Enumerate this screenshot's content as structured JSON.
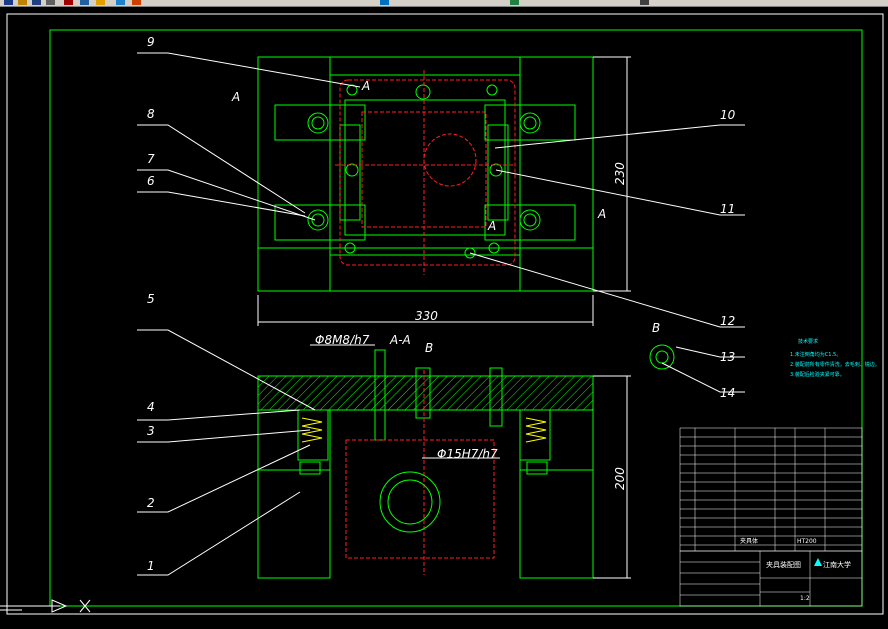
{
  "toolbar": {
    "icons": [
      "new-icon",
      "open-icon",
      "save-icon",
      "print-icon",
      "cut-icon",
      "copy-icon",
      "paste-icon",
      "undo-icon",
      "redo-icon",
      "zoom-icon",
      "pan-icon",
      "properties-icon"
    ]
  },
  "colors": {
    "background": "#000000",
    "outline": "#00ff00",
    "hidden": "#ff2020",
    "label": "#ffffff",
    "note": "#00ffff",
    "highlight": "#ffff00"
  },
  "drawing": {
    "callouts": [
      "1",
      "2",
      "3",
      "4",
      "5",
      "6",
      "7",
      "8",
      "9",
      "10",
      "11",
      "12",
      "13",
      "14"
    ],
    "section_marks": {
      "a_left": "A",
      "a_right": "A",
      "a_center_top": "A",
      "a_center_bottom": "A",
      "section_view": "A-A",
      "b_mark": "B",
      "b_detail": "B"
    },
    "dimensions": {
      "width": "330",
      "height_top": "230",
      "height_bottom": "200",
      "fit_pin": "Φ8M8/h7",
      "fit_bore": "Φ15H7/h7"
    },
    "notes": {
      "title": "技术要求",
      "line1": "1.未注倒角均为C1.5。",
      "line2": "2.装配前所有零件清洗，去毛刺、锐边。",
      "line3": "3.装配后检验夹紧可靠。"
    },
    "title_block": {
      "drawing_name": "夹具装配图",
      "school": "江南大学",
      "scale": "1:2",
      "material_label": "HT200",
      "item_name": "夹具体"
    }
  }
}
